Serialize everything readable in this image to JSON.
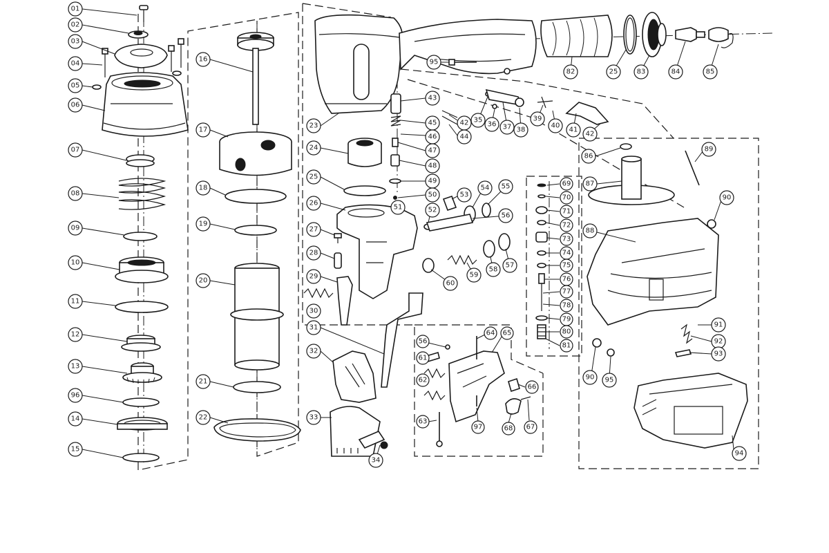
{
  "callouts": [
    {
      "label": "01"
    },
    {
      "label": "02"
    },
    {
      "label": "03"
    },
    {
      "label": "04"
    },
    {
      "label": "05"
    },
    {
      "label": "06"
    },
    {
      "label": "07"
    },
    {
      "label": "08"
    },
    {
      "label": "09"
    },
    {
      "label": "10"
    },
    {
      "label": "11"
    },
    {
      "label": "12"
    },
    {
      "label": "13"
    },
    {
      "label": "96"
    },
    {
      "label": "14"
    },
    {
      "label": "15"
    },
    {
      "label": "16"
    },
    {
      "label": "17"
    },
    {
      "label": "18"
    },
    {
      "label": "19"
    },
    {
      "label": "20"
    },
    {
      "label": "21"
    },
    {
      "label": "22"
    },
    {
      "label": "23"
    },
    {
      "label": "24"
    },
    {
      "label": "25"
    },
    {
      "label": "26"
    },
    {
      "label": "27"
    },
    {
      "label": "28"
    },
    {
      "label": "29"
    },
    {
      "label": "30"
    },
    {
      "label": "31"
    },
    {
      "label": "32"
    },
    {
      "label": "33"
    },
    {
      "label": "34"
    },
    {
      "label": "95"
    },
    {
      "label": "43"
    },
    {
      "label": "42"
    },
    {
      "label": "45"
    },
    {
      "label": "46"
    },
    {
      "label": "44"
    },
    {
      "label": "47"
    },
    {
      "label": "48"
    },
    {
      "label": "49"
    },
    {
      "label": "50"
    },
    {
      "label": "51"
    },
    {
      "label": "52"
    },
    {
      "label": "53"
    },
    {
      "label": "54"
    },
    {
      "label": "55"
    },
    {
      "label": "56"
    },
    {
      "label": "57"
    },
    {
      "label": "58"
    },
    {
      "label": "59"
    },
    {
      "label": "60"
    },
    {
      "label": "35"
    },
    {
      "label": "36"
    },
    {
      "label": "37"
    },
    {
      "label": "38"
    },
    {
      "label": "39"
    },
    {
      "label": "40"
    },
    {
      "label": "41"
    },
    {
      "label": "42"
    },
    {
      "label": "82"
    },
    {
      "label": "25"
    },
    {
      "label": "83"
    },
    {
      "label": "84"
    },
    {
      "label": "85"
    },
    {
      "label": "69"
    },
    {
      "label": "70"
    },
    {
      "label": "71"
    },
    {
      "label": "72"
    },
    {
      "label": "73"
    },
    {
      "label": "74"
    },
    {
      "label": "75"
    },
    {
      "label": "76"
    },
    {
      "label": "77"
    },
    {
      "label": "78"
    },
    {
      "label": "79"
    },
    {
      "label": "80"
    },
    {
      "label": "81"
    },
    {
      "label": "56"
    },
    {
      "label": "64"
    },
    {
      "label": "65"
    },
    {
      "label": "61"
    },
    {
      "label": "62"
    },
    {
      "label": "66"
    },
    {
      "label": "63"
    },
    {
      "label": "97"
    },
    {
      "label": "68"
    },
    {
      "label": "67"
    },
    {
      "label": "86"
    },
    {
      "label": "89"
    },
    {
      "label": "87"
    },
    {
      "label": "90"
    },
    {
      "label": "88"
    },
    {
      "label": "91"
    },
    {
      "label": "92"
    },
    {
      "label": "93"
    },
    {
      "label": "90"
    },
    {
      "label": "95"
    },
    {
      "label": "94"
    }
  ]
}
